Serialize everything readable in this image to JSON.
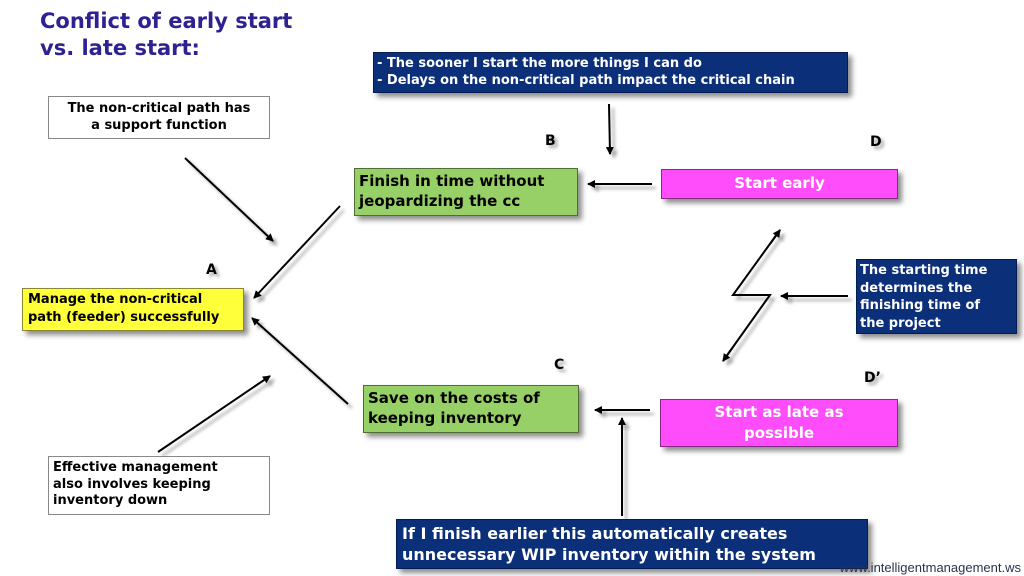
{
  "title": {
    "line1": "Conflict of early start",
    "line2": "vs. late start:"
  },
  "nodes": {
    "A": {
      "letter": "A",
      "lines": [
        "Manage the non-critical",
        "path (feeder) successfully"
      ],
      "color": "#ffff3a"
    },
    "B": {
      "letter": "B",
      "lines": [
        "Finish in time without",
        "jeopardizing the cc"
      ],
      "color": "#97d066"
    },
    "C": {
      "letter": "C",
      "lines": [
        "Save on the costs of",
        "keeping inventory"
      ],
      "color": "#97d066"
    },
    "D": {
      "letter": "D",
      "lines": [
        "Start early"
      ],
      "color": "#ff4dfb"
    },
    "D_prime": {
      "letter": "D’",
      "lines": [
        "Start as late as",
        "possible"
      ],
      "color": "#ff4dfb"
    }
  },
  "assumptions": {
    "AB": [
      "The non-critical path has",
      "a support function"
    ],
    "AC": [
      "Effective management",
      "also involves keeping",
      "inventory down"
    ],
    "BD": [
      "- The sooner I start the more things I can do",
      "- Delays on the non-critical path impact the critical chain"
    ],
    "DDprime": [
      "The starting time",
      "determines the",
      "finishing time of",
      "the project"
    ],
    "CDprime": [
      "If I finish earlier this automatically creates",
      "unnecessary WIP inventory  within the system"
    ]
  },
  "colors": {
    "title": "#2e2191",
    "navy": "#0c2f7a"
  },
  "footer": {
    "url": "www.intelligentmanagement.ws"
  }
}
